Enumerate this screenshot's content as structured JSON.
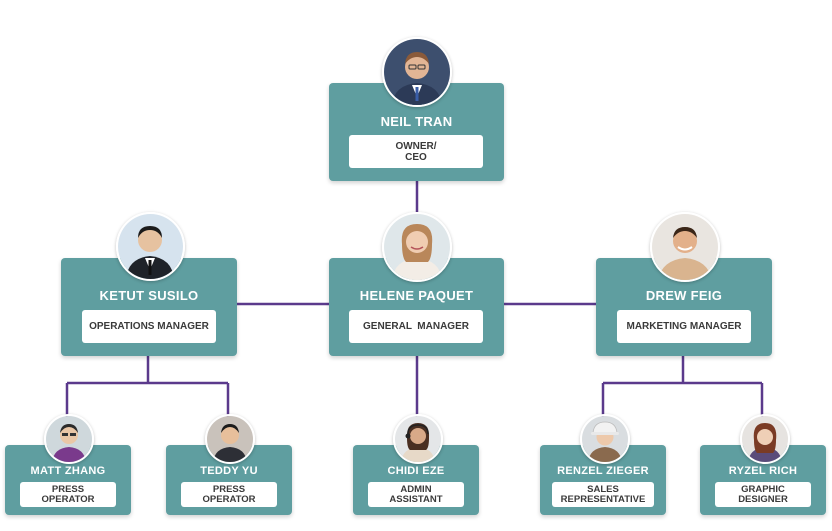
{
  "colors": {
    "box": "#5f9ea0",
    "connector": "#5b3a8c",
    "text_on_box": "#ffffff",
    "role_text": "#3a3a3a"
  },
  "people": {
    "ceo": {
      "name": "NEIL TRAN",
      "role": "OWNER/\nCEO",
      "avatar": "man-suit-avatar"
    },
    "ops": {
      "name": "KETUT SUSILO",
      "role": "OPERATIONS MANAGER",
      "avatar": "man-suit-avatar"
    },
    "gm": {
      "name": "HELENE PAQUET",
      "role": "GENERAL  MANAGER",
      "avatar": "woman-avatar"
    },
    "mkt": {
      "name": "DREW FEIG",
      "role": "MARKETING MANAGER",
      "avatar": "man-casual-avatar"
    },
    "matt": {
      "name": "MATT ZHANG",
      "role": "PRESS\nOPERATOR",
      "avatar": "man-avatar"
    },
    "teddy": {
      "name": "TEDDY YU",
      "role": "PRESS\nOPERATOR",
      "avatar": "man-avatar"
    },
    "chidi": {
      "name": "CHIDI EZE",
      "role": "ADMIN\nASSISTANT",
      "avatar": "woman-headset-avatar"
    },
    "renzel": {
      "name": "RENZEL ZIEGER",
      "role": "SALES\nREPRESENTATIVE",
      "avatar": "woman-hardhat-avatar"
    },
    "ryzel": {
      "name": "RYZEL RICH",
      "role": "GRAPHIC\nDESIGNER",
      "avatar": "woman-avatar"
    }
  }
}
